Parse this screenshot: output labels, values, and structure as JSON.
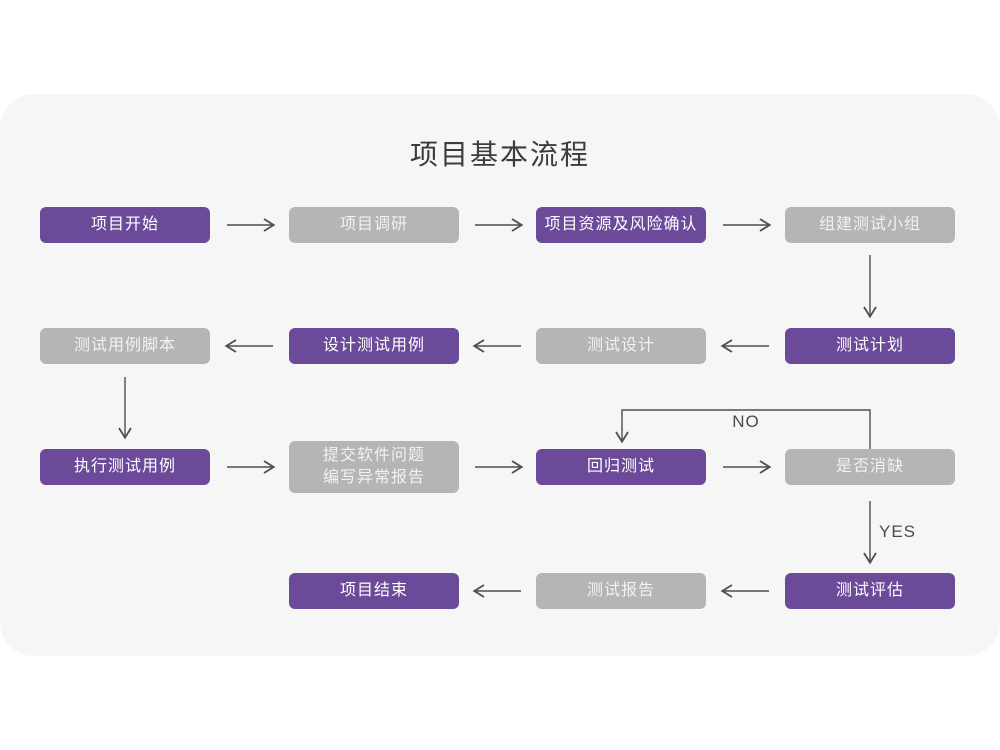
{
  "title": "项目基本流程",
  "colors": {
    "page_background": "#ffffff",
    "card_background": "#f6f6f7",
    "accent_purple": "#6b4a99",
    "node_gray": "#b5b4b6",
    "node_text_purple": "#ffffff",
    "node_text_gray": "#f2f1f3",
    "arrow": "#4f4f4f",
    "title_text": "#3c3c3c",
    "branch_label_text": "#4a4a4a"
  },
  "flowchart": {
    "nodes": [
      {
        "id": "project-start",
        "label": "项目开始",
        "variant": "purple"
      },
      {
        "id": "project-research",
        "label": "项目调研",
        "variant": "gray"
      },
      {
        "id": "resource-risk-confirm",
        "label": "项目资源及风险确认",
        "variant": "purple"
      },
      {
        "id": "build-test-team",
        "label": "组建测试小组",
        "variant": "gray"
      },
      {
        "id": "test-plan",
        "label": "测试计划",
        "variant": "purple"
      },
      {
        "id": "test-design",
        "label": "测试设计",
        "variant": "gray"
      },
      {
        "id": "design-test-cases",
        "label": "设计测试用例",
        "variant": "purple"
      },
      {
        "id": "test-case-script",
        "label": "测试用例脚本",
        "variant": "gray"
      },
      {
        "id": "execute-test-cases",
        "label": "执行测试用例",
        "variant": "purple"
      },
      {
        "id": "submit-issue-report",
        "label": "提交软件问题\n编写异常报告",
        "variant": "gray"
      },
      {
        "id": "regression-test",
        "label": "回归测试",
        "variant": "purple"
      },
      {
        "id": "defect-resolved",
        "label": "是否消缺",
        "variant": "gray"
      },
      {
        "id": "test-evaluation",
        "label": "测试评估",
        "variant": "purple"
      },
      {
        "id": "test-report",
        "label": "测试报告",
        "variant": "gray"
      },
      {
        "id": "project-end",
        "label": "项目结束",
        "variant": "purple"
      }
    ],
    "branch_labels": {
      "no": "NO",
      "yes": "YES"
    }
  }
}
